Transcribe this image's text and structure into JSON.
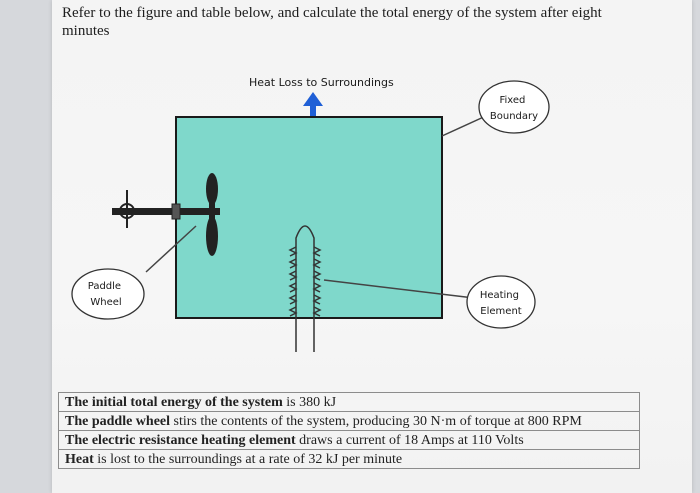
{
  "question": "Refer to the figure and table below, and calculate the total energy of the system after eight minutes",
  "diagram": {
    "heat_loss_label": "Heat Loss to Surroundings",
    "fixed_boundary": [
      "Fixed",
      "Boundary"
    ],
    "paddle_wheel": [
      "Paddle",
      "Wheel"
    ],
    "heating_element": [
      "Heating",
      "Element"
    ],
    "colors": {
      "system_fill": "#7fd8cb",
      "arrow": "#1f5fd6"
    }
  },
  "table": {
    "rows": [
      {
        "bold": "The initial total energy of the system",
        "rest": " is 380 kJ"
      },
      {
        "bold": "The paddle wheel",
        "rest": " stirs the contents of the system, producing 30 N·m of torque at 800 RPM"
      },
      {
        "bold": "The electric resistance heating element",
        "rest": " draws a current of 18 Amps at 110 Volts"
      },
      {
        "bold": "Heat",
        "rest": " is lost to the surroundings at a rate of 32 kJ per minute"
      }
    ]
  }
}
